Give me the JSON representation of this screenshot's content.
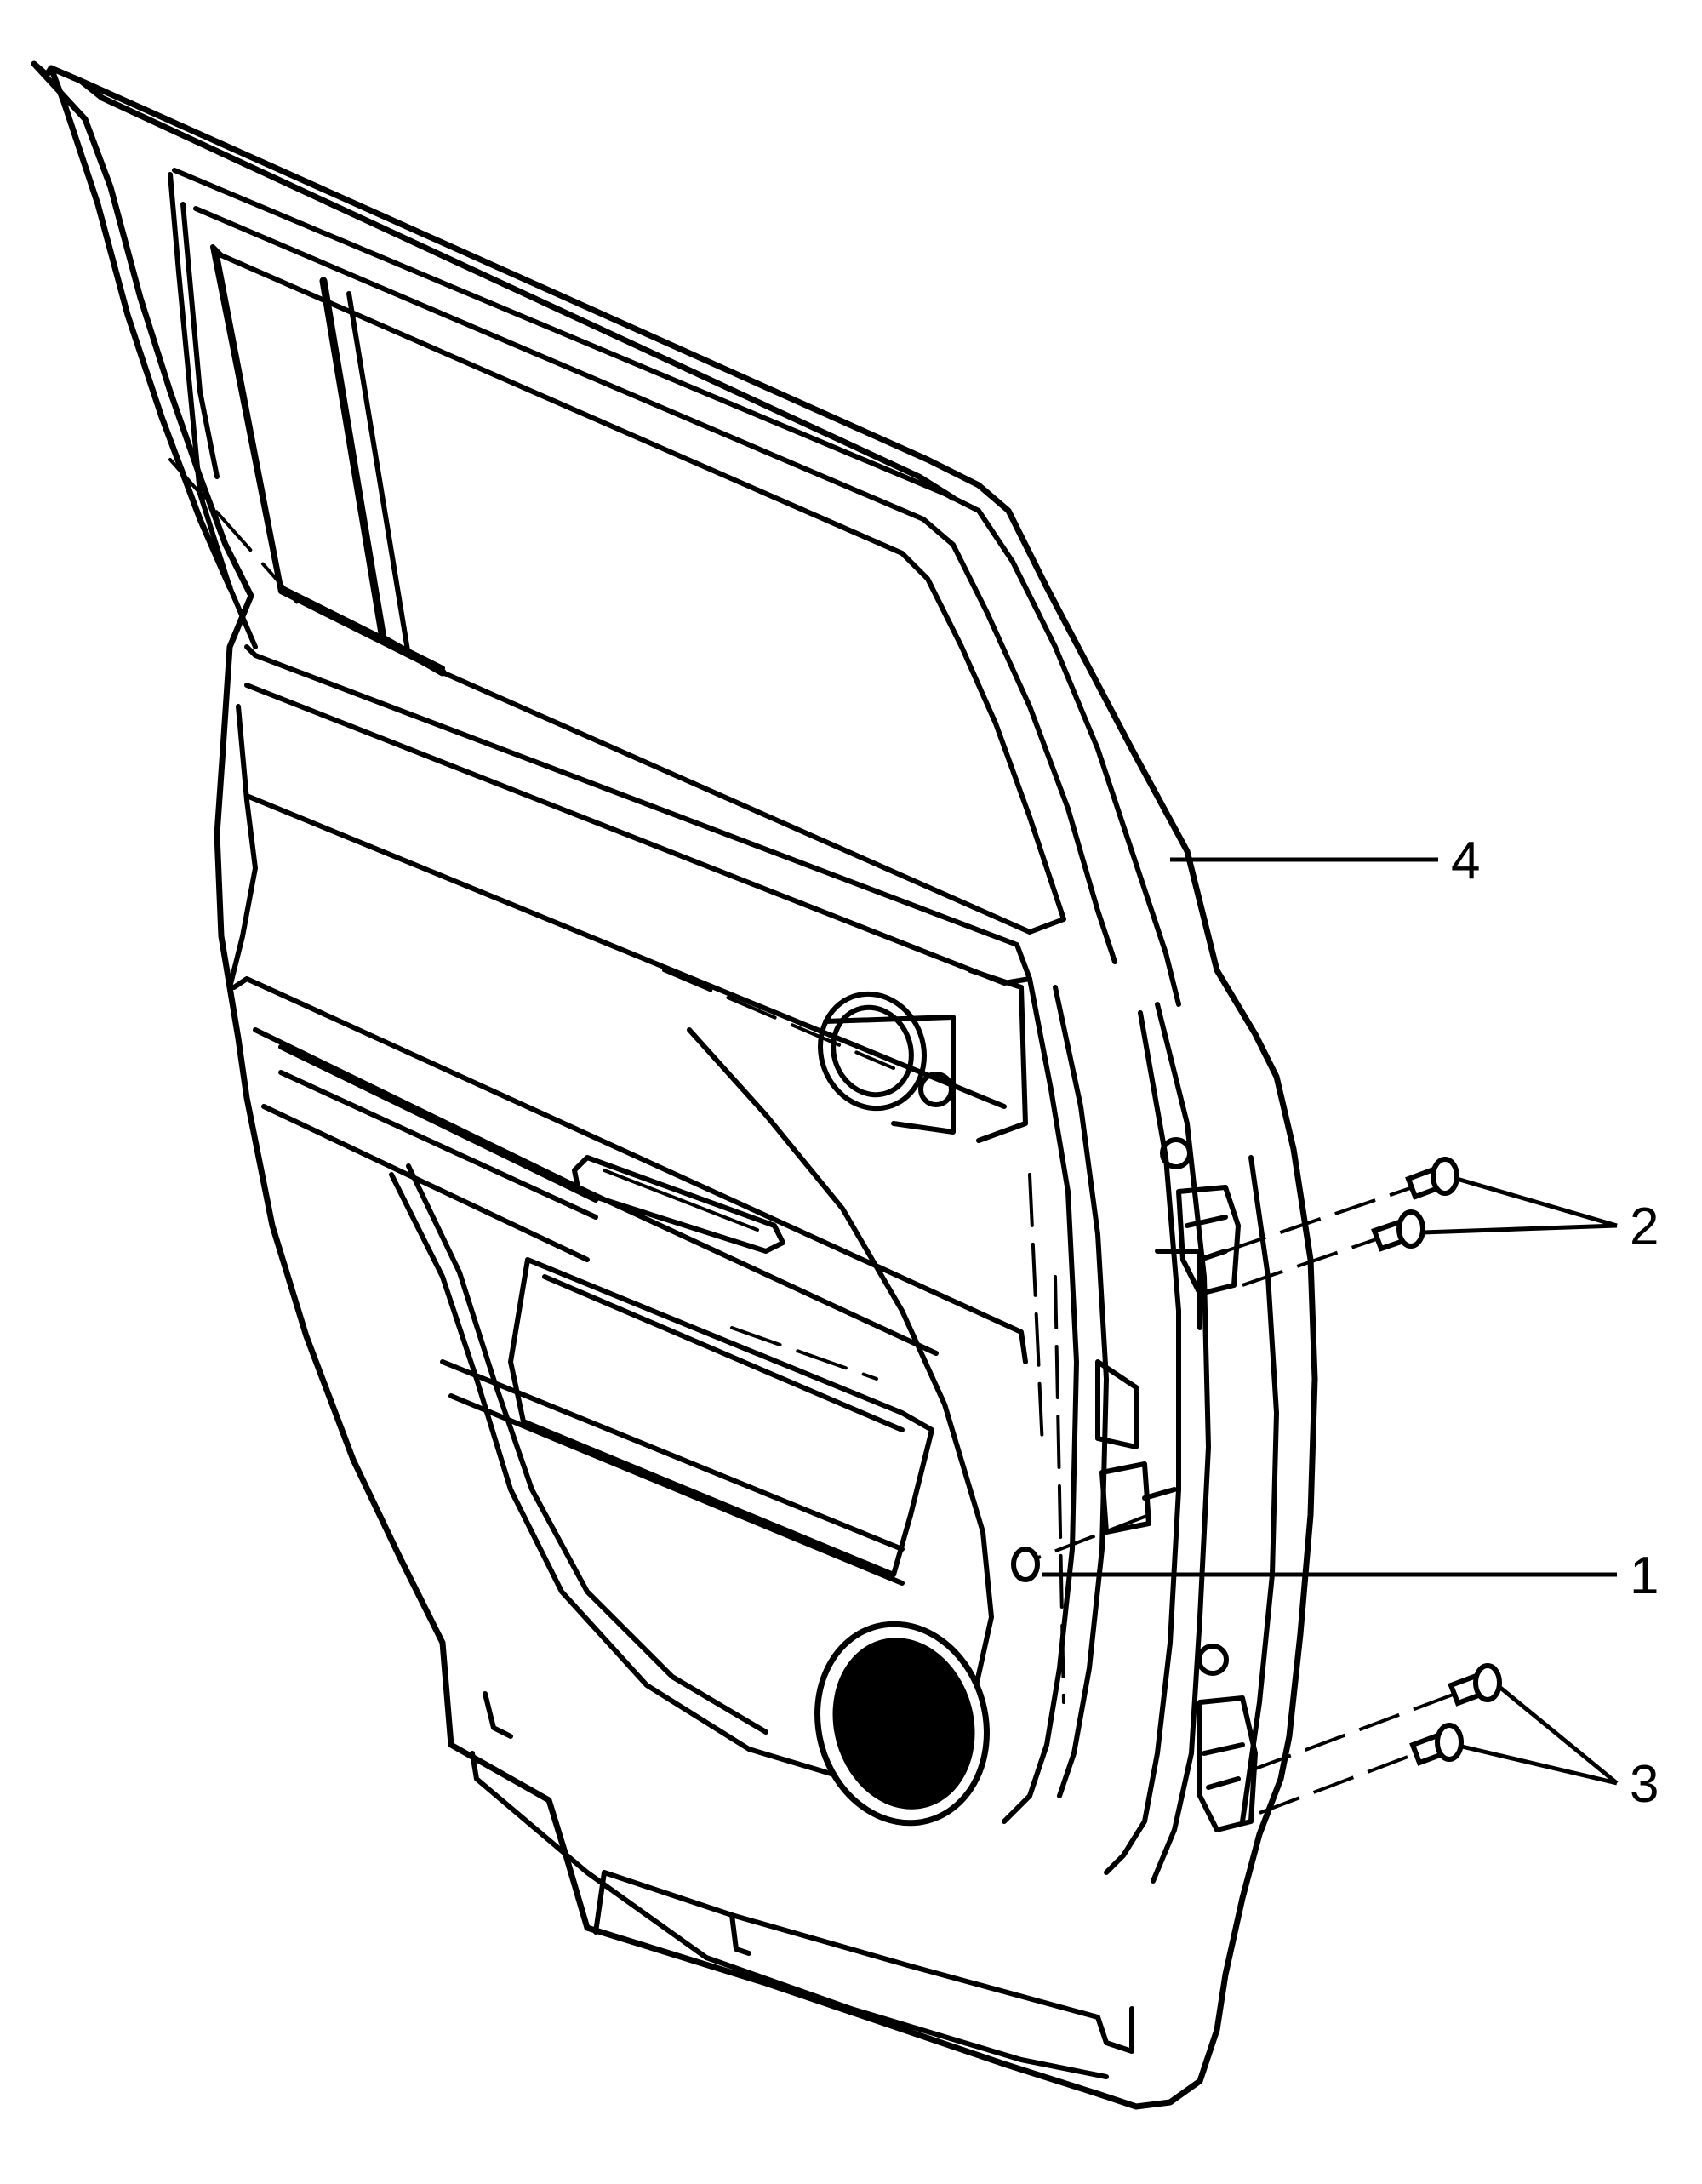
{
  "diagram": {
    "callouts": [
      {
        "id": "callout-1",
        "label": "1"
      },
      {
        "id": "callout-2",
        "label": "2"
      },
      {
        "id": "callout-3",
        "label": "3"
      },
      {
        "id": "callout-4",
        "label": "4"
      }
    ],
    "colors": {
      "line": "#000000",
      "background": "#ffffff",
      "speaker": "#000000"
    }
  }
}
